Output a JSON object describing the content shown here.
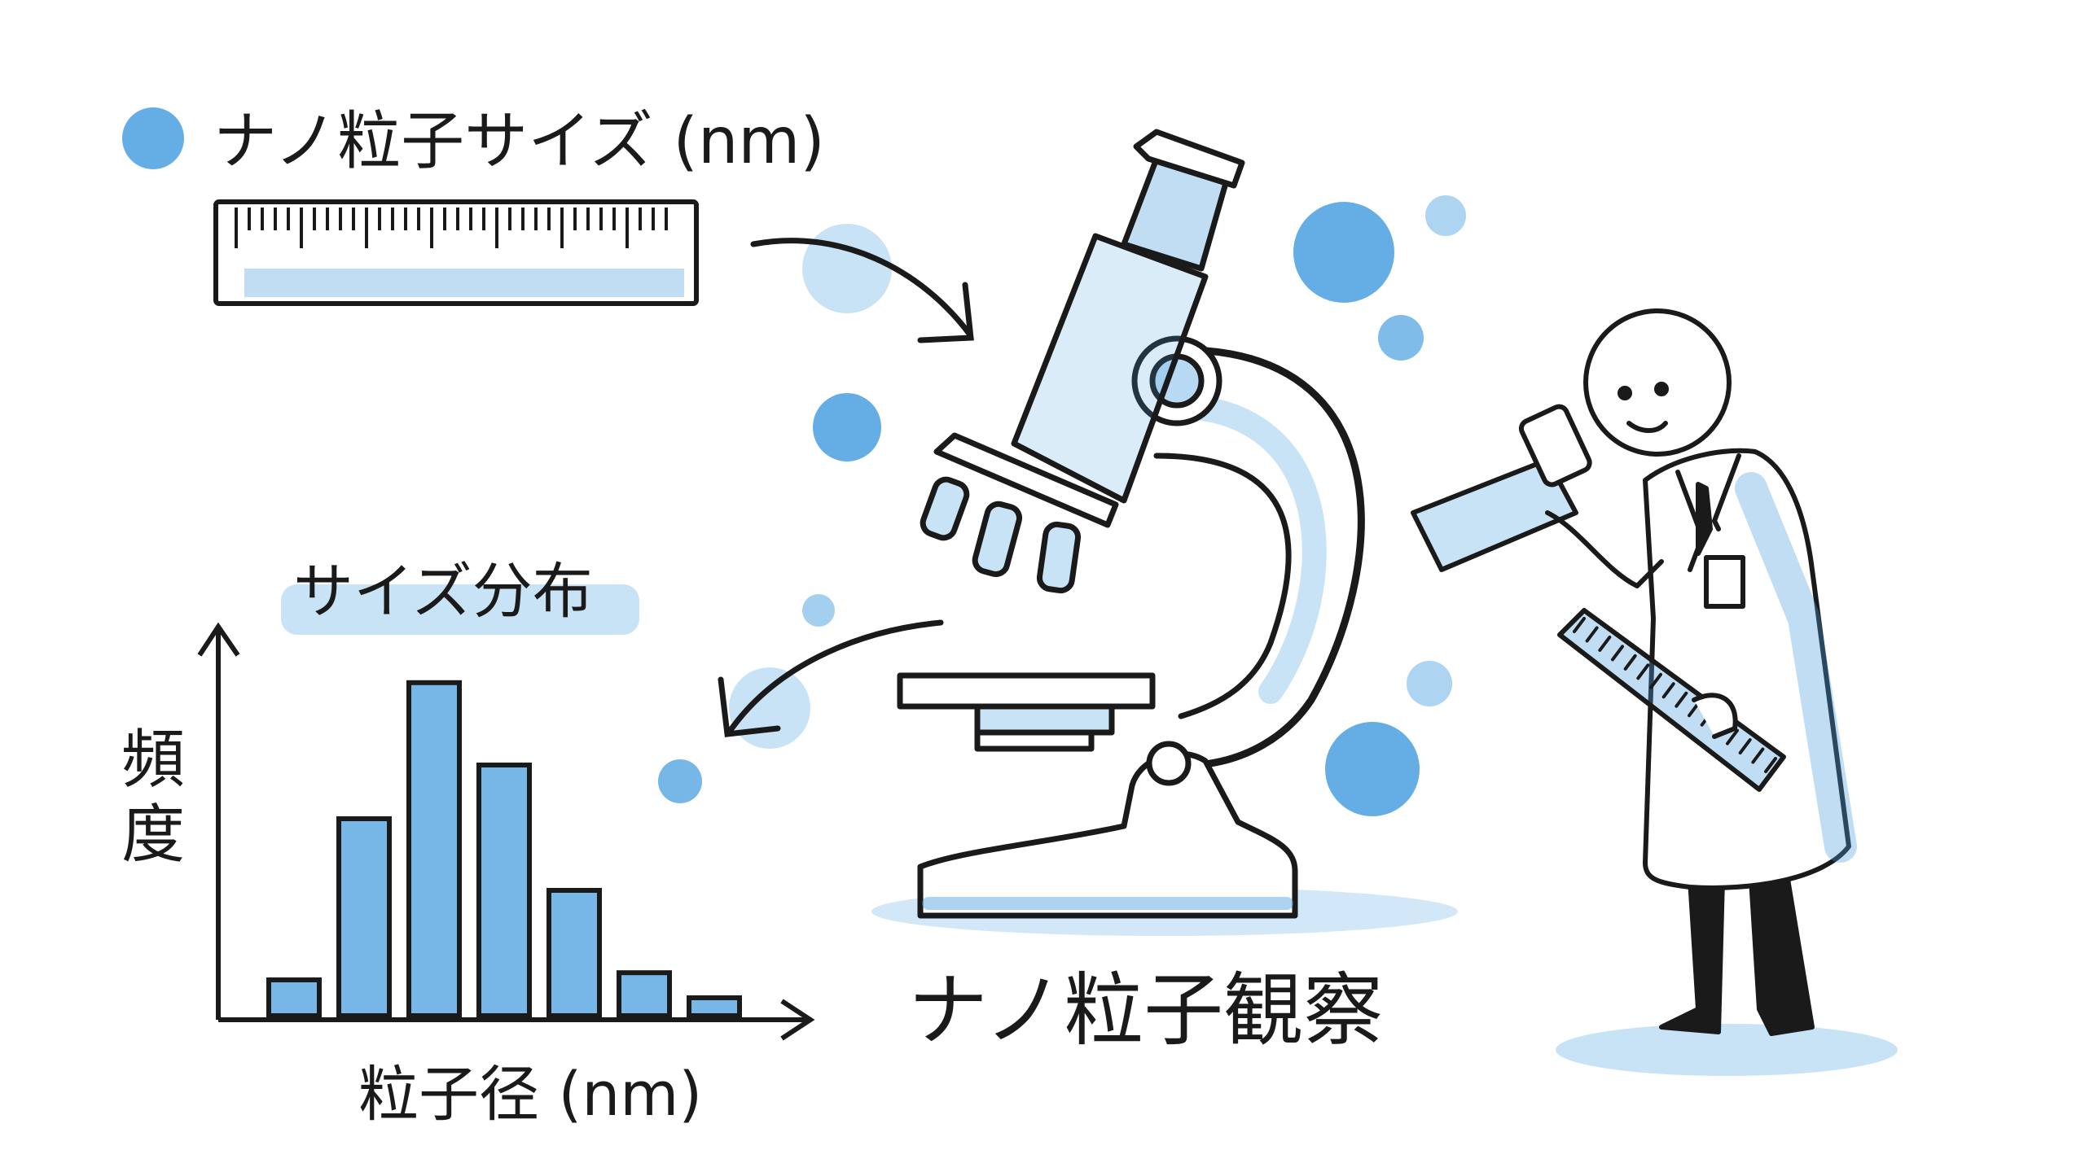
{
  "legend": {
    "dot_color": "#4a9fe0",
    "label": "ナノ粒子サイズ (nm)"
  },
  "ruler_icon": "ruler-icon",
  "chart_data": {
    "type": "bar",
    "title": "サイズ分布",
    "xlabel": "粒子径 (nm)",
    "ylabel": "頻度",
    "categories": [],
    "values": [
      1.0,
      5.5,
      9.3,
      7.0,
      3.5,
      1.2,
      0.5
    ],
    "ylim": [
      0,
      10
    ],
    "bar_color": "#4a9fe0",
    "grid": false,
    "tick_labels": false
  },
  "main_caption": "ナノ粒子観察",
  "illustration": {
    "microscope_icon": "microscope-icon",
    "scientist_icon": "scientist-icon",
    "particle_icon": "nanoparticle-icon",
    "accent_color": "#4a9fe0",
    "ink_color": "#1a1a1a"
  }
}
